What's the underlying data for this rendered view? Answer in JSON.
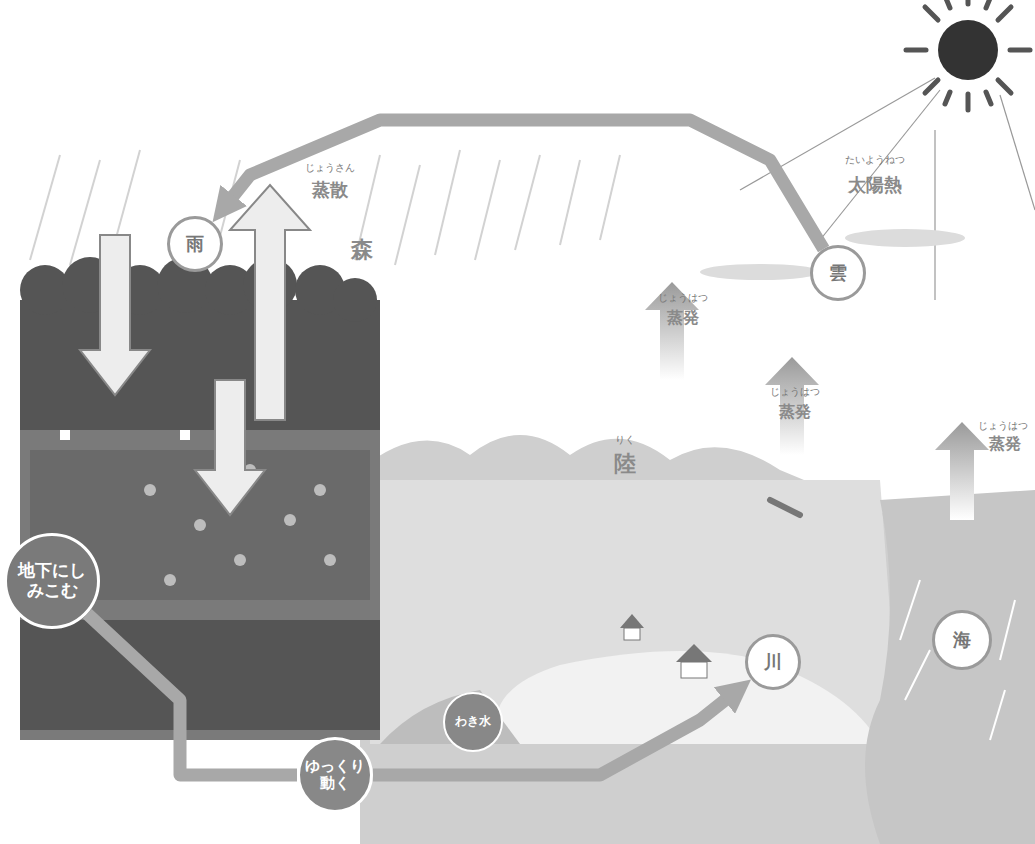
{
  "diagram": {
    "nodes": [
      {
        "text": [
          "雲"
        ]
      },
      {
        "text": [
          "雨"
        ]
      },
      {
        "text": [
          "地下にしみこむ"
        ]
      },
      {
        "text": [
          "わき水"
        ]
      },
      {
        "text": [
          "川"
        ]
      },
      {
        "text": [
          "海"
        ]
      },
      {
        "text": [
          "ゆっくり動く"
        ]
      }
    ],
    "edges": [
      {
        "from": 0,
        "to": 1,
        "arrow": "to"
      },
      {
        "from": 2,
        "to": 6,
        "arrow": "none"
      },
      {
        "from": 6,
        "to": 4,
        "arrow": "to"
      }
    ],
    "labels": [
      "たいようねつ",
      "太陽熱",
      "じょうさん",
      "蒸散",
      "森",
      "じょうはつ",
      "蒸発",
      "じょうはつ",
      "蒸発",
      "じょうはつ",
      "蒸発",
      "りく",
      "陸"
    ]
  }
}
